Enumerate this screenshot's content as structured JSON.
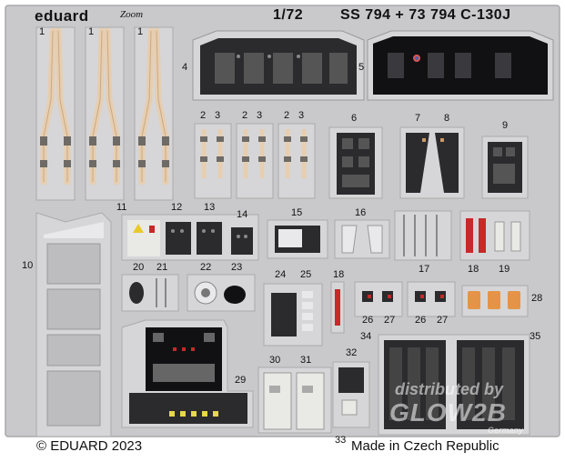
{
  "header": {
    "brand": "eduard",
    "zoom_logo": "Zoom",
    "scale": "1/72",
    "set_code": "SS 794 + 73 794 C-130J"
  },
  "footer": {
    "copyright": "© EDUARD 2023",
    "origin": "Made in Czech Republic"
  },
  "watermark": {
    "line1": "distributed by",
    "line2": "GLOW2B",
    "line3": "Germany"
  },
  "part_numbers": {
    "p1a": "1",
    "p1b": "1",
    "p1c": "1",
    "p2a": "2",
    "p3a": "3",
    "p2b": "2",
    "p3b": "3",
    "p2c": "2",
    "p3c": "3",
    "p4": "4",
    "p5": "5",
    "p6": "6",
    "p7": "7",
    "p8": "8",
    "p9": "9",
    "p10": "10",
    "p11": "11",
    "p12": "12",
    "p13": "13",
    "p14": "14",
    "p15": "15",
    "p16": "16",
    "p17": "17",
    "p18a": "18",
    "p19": "19",
    "p20": "20",
    "p21": "21",
    "p22": "22",
    "p23": "23",
    "p24": "24",
    "p25": "25",
    "p18b": "18",
    "p26a": "26",
    "p27a": "27",
    "p26b": "26",
    "p27b": "27",
    "p28": "28",
    "p29": "29",
    "p30": "30",
    "p31": "31",
    "p32": "32",
    "p33": "33",
    "p34": "34",
    "p35": "35"
  },
  "colors": {
    "sheet": "#c9c9cb",
    "sheet_edge": "#a9a9ab",
    "fret": "#d6d6d8",
    "panel_dark": "#2b2b2d",
    "panel_black": "#111114",
    "belt": "#e7ceb0",
    "belt_shade": "#c9a985",
    "red_warning": "#c82828",
    "orange": "#e59447",
    "light_panel": "#e9e9e6"
  }
}
